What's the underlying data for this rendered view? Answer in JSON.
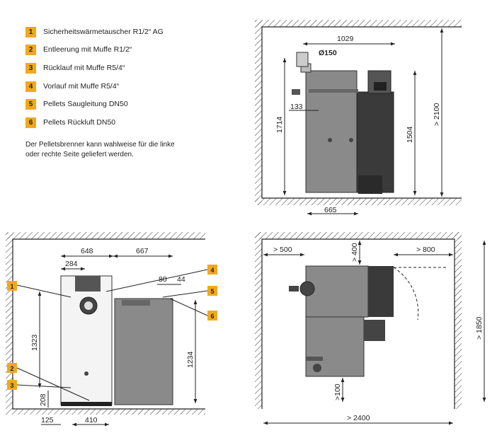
{
  "legend": [
    {
      "number": "1",
      "text": "Sicherheitswärmetauscher R1/2“ AG"
    },
    {
      "number": "2",
      "text": "Entleerung mit Muffe R1/2“"
    },
    {
      "number": "3",
      "text": "Rücklauf mit Muffe R5/4“"
    },
    {
      "number": "4",
      "text": "Vorlauf mit Muffe R5/4“"
    },
    {
      "number": "5",
      "text": "Pellets Saugleitung DN50"
    },
    {
      "number": "6",
      "text": "Pellets Rückluft DN50"
    }
  ],
  "note": {
    "line1": "Der Pelletsbrenner kann wahlweise für die linke",
    "line2": "oder rechte Seite geliefert werden."
  },
  "side_view": {
    "d_width": "1029",
    "d_flue": "Ø150",
    "d_height_flue": "1714",
    "d_offset": "133",
    "d_height_body": "1504",
    "d_room_height": "> 2100",
    "d_depth": "665"
  },
  "front_view": {
    "d_648": "648",
    "d_667": "667",
    "d_284": "284",
    "d_80": "80",
    "d_44": "44",
    "d_1323": "1323",
    "d_1234": "1234",
    "d_208": "208",
    "d_125": "125",
    "d_410": "410",
    "callouts": [
      "1",
      "2",
      "3",
      "4",
      "5",
      "6"
    ]
  },
  "top_view": {
    "d_left": "> 500",
    "d_back": "> 400",
    "d_right": "> 800",
    "d_depth": "> 1850",
    "d_front": ">100",
    "d_width": "> 2400"
  },
  "colors": {
    "accent": "#f2a81d",
    "boiler_body": "#8a8a8a",
    "boiler_dark": "#3a3a3a",
    "line": "#222222"
  }
}
